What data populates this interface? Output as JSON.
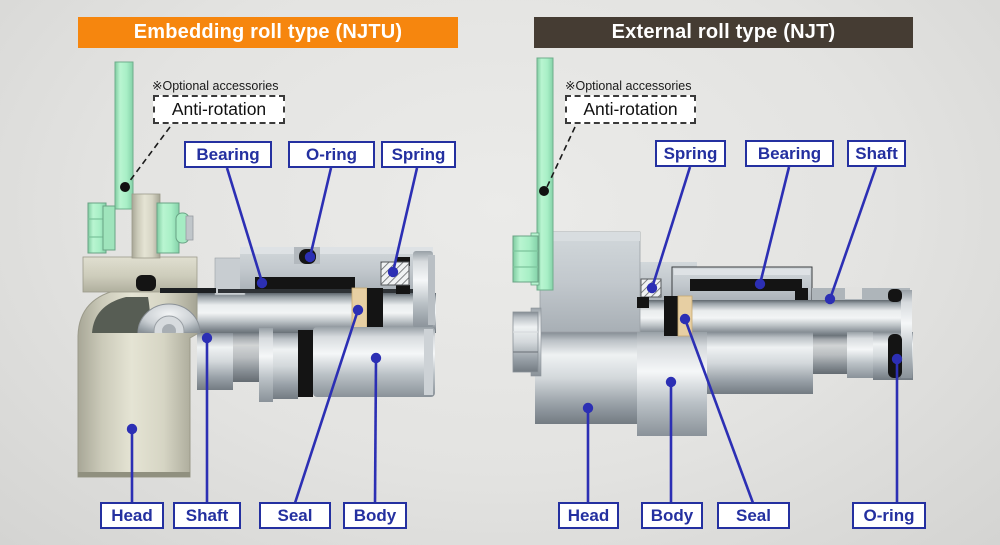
{
  "panel_left": {
    "title": "Embedding roll type (NJTU)",
    "optional_note": "※Optional accessories",
    "anti_rotation": "Anti-rotation",
    "labels": {
      "bearing": "Bearing",
      "oring": "O-ring",
      "spring": "Spring",
      "head": "Head",
      "shaft": "Shaft",
      "seal": "Seal",
      "body": "Body"
    }
  },
  "panel_right": {
    "title": "External roll type (NJT)",
    "optional_note": "※Optional accessories",
    "anti_rotation": "Anti-rotation",
    "labels": {
      "spring": "Spring",
      "bearing": "Bearing",
      "shaft": "Shaft",
      "head": "Head",
      "body": "Body",
      "seal": "Seal",
      "oring": "O-ring"
    }
  },
  "colors": {
    "banner_orange": "#F6860E",
    "banner_dark": "#453C33",
    "label_blue": "#2430A0",
    "leader_blue": "#2C2FB4",
    "plate_green": "#A9EEC5",
    "head_beige": "#D6D5C3",
    "seal_beige": "#E7CFA3",
    "background": "#E3E3E1"
  }
}
